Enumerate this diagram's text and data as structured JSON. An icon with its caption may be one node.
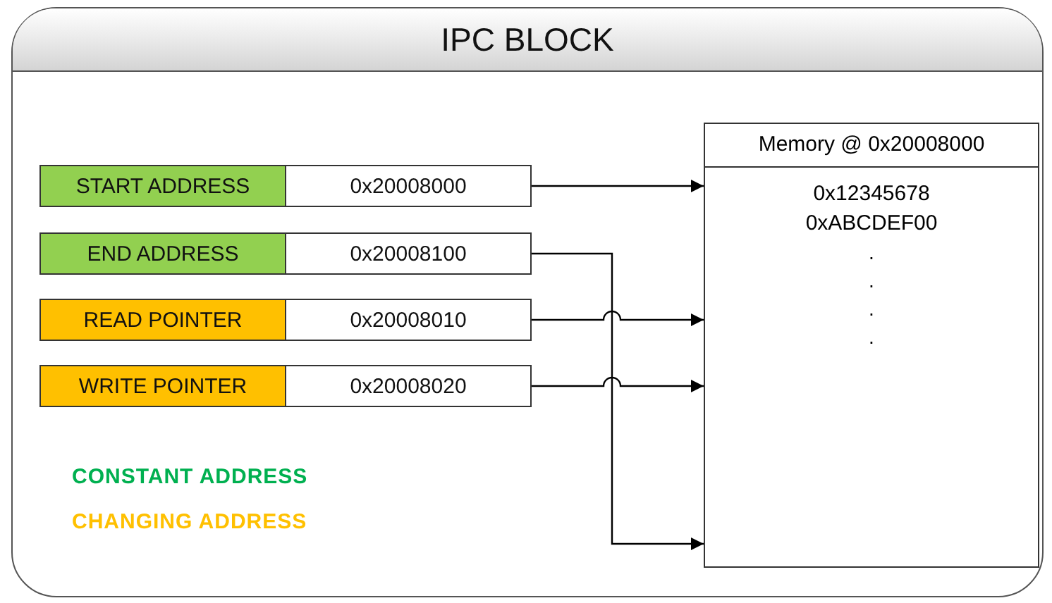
{
  "diagram": {
    "nodes": [
      {
        "text": [
          "IPC BLOCK"
        ]
      },
      {
        "text": [
          "START ADDRESS"
        ],
        "in": 0
      },
      {
        "text": [
          "0x20008000"
        ],
        "in": 0
      },
      {
        "text": [
          "END ADDRESS"
        ],
        "in": 0
      },
      {
        "text": [
          "0x20008100"
        ],
        "in": 0
      },
      {
        "text": [
          "READ POINTER"
        ],
        "in": 0
      },
      {
        "text": [
          "0x20008010"
        ],
        "in": 0
      },
      {
        "text": [
          "WRITE POINTER"
        ],
        "in": 0
      },
      {
        "text": [
          "0x20008020"
        ],
        "in": 0
      },
      {
        "text": [
          "Memory @ 0x20008000",
          "0x12345678",
          "0xABCDEF00",
          ". . . ."
        ],
        "in": 0
      }
    ],
    "edges": [
      {
        "from": 2,
        "to": 9,
        "arrow": "to"
      },
      {
        "from": 4,
        "to": 9,
        "arrow": "to"
      },
      {
        "from": 6,
        "to": 9,
        "arrow": "to"
      },
      {
        "from": 8,
        "to": 9,
        "arrow": "to"
      }
    ],
    "legend": [
      {
        "text": "CONSTANT ADDRESS",
        "color": "#00b050"
      },
      {
        "text": "CHANGING ADDRESS",
        "color": "#ffc000"
      }
    ]
  }
}
